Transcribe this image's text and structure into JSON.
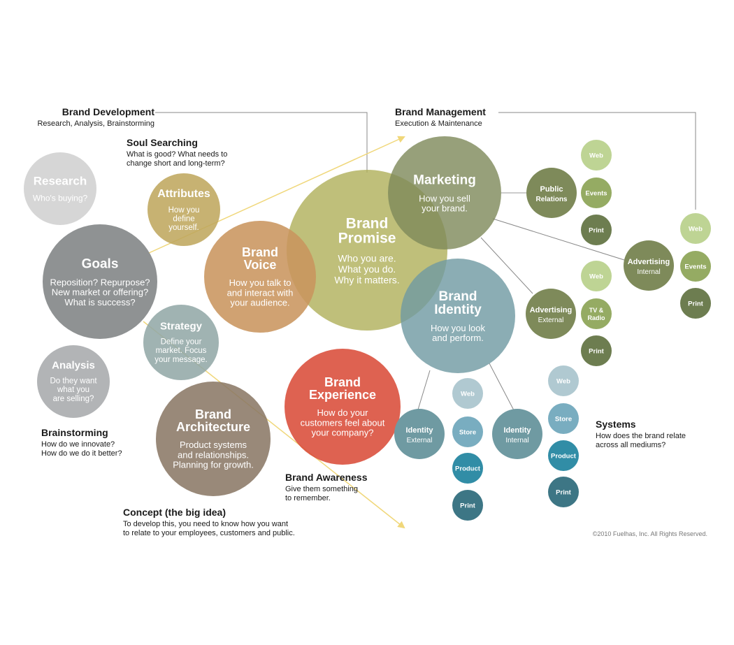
{
  "colors": {
    "research": "#d0d0d0",
    "attributes": "#bfa75e",
    "goals": "#7f8284",
    "voice": "#c9955e",
    "promise": "#b0b05a",
    "marketing": "#7e8a5a",
    "identity": "#6f9aa2",
    "strategy": "#92a8a7",
    "analysis": "#a7a9ab",
    "architecture": "#8a7866",
    "experience": "#d94b38",
    "arrow": "#f0d77a",
    "light_green": "#bed494",
    "mid_green": "#95ab63",
    "dark_green": "#6d7d50",
    "light_blue": "#b0c9d1",
    "mid_blue": "#79adc0",
    "teal": "#318da6",
    "dark_teal": "#3d7685"
  },
  "headings": {
    "brand_development": {
      "title": "Brand Development",
      "subtitle": "Research, Analysis, Brainstorming"
    },
    "brand_management": {
      "title": "Brand Management",
      "subtitle": "Execution & Maintenance"
    },
    "soul_searching": {
      "title": "Soul Searching",
      "lines": [
        "What is good? What needs to",
        "change short and long-term?"
      ]
    },
    "brainstorming": {
      "title": "Brainstorming",
      "lines": [
        "How do we innovate?",
        "How do we do it better?"
      ]
    },
    "concept": {
      "title": "Concept (the big idea)",
      "lines": [
        "To develop this, you need to know how you want",
        "to relate to your employees, customers and public."
      ]
    },
    "brand_awareness": {
      "title": "Brand  Awareness",
      "lines": [
        "Give them something",
        "to remember."
      ]
    },
    "systems": {
      "title": "Systems",
      "lines": [
        "How does the brand relate",
        "across all mediums?"
      ]
    }
  },
  "circles": {
    "research": {
      "title": [
        "Research"
      ],
      "body": [
        "Who's buying?"
      ]
    },
    "attributes": {
      "title": [
        "Attributes"
      ],
      "body": [
        "How you",
        "define",
        "yourself."
      ]
    },
    "goals": {
      "title": [
        "Goals"
      ],
      "body": [
        "Reposition? Repurpose?",
        "New market or offering?",
        "What is success?"
      ]
    },
    "voice": {
      "title": [
        "Brand",
        "Voice"
      ],
      "body": [
        "How you talk to",
        "and interact with",
        "your audience."
      ]
    },
    "promise": {
      "title": [
        "Brand",
        "Promise"
      ],
      "body": [
        "Who you are.",
        "What you do.",
        "Why it matters."
      ]
    },
    "marketing": {
      "title": [
        "Marketing"
      ],
      "body": [
        "How you sell",
        "your brand."
      ]
    },
    "identity": {
      "title": [
        "Brand",
        "Identity"
      ],
      "body": [
        "How you look",
        "and perform."
      ]
    },
    "strategy": {
      "title": [
        "Strategy"
      ],
      "body": [
        "Define your",
        "market. Focus",
        "your message."
      ]
    },
    "analysis": {
      "title": [
        "Analysis"
      ],
      "body": [
        "Do they want",
        "what you",
        "are selling?"
      ]
    },
    "architecture": {
      "title": [
        "Brand",
        "Architecture"
      ],
      "body": [
        "Product systems",
        "and relationships.",
        "Planning for growth."
      ]
    },
    "experience": {
      "title": [
        "Brand",
        "Experience"
      ],
      "body": [
        "How do your",
        "customers feel about",
        "your company?"
      ]
    }
  },
  "nodes": {
    "public_relations": [
      "Public",
      "Relations"
    ],
    "advertising_internal": [
      "Advertising",
      "Internal"
    ],
    "advertising_external": [
      "Advertising",
      "External"
    ],
    "identity_external": [
      "Identity",
      "External"
    ],
    "identity_internal": [
      "Identity",
      "Internal"
    ]
  },
  "leaves": {
    "pr": [
      "Web",
      "Events",
      "Print"
    ],
    "adv_int": [
      "Web",
      "Events",
      "Print"
    ],
    "adv_ext": [
      "Web",
      "TV &|Radio",
      "Print"
    ],
    "id_ext": [
      "Web",
      "Store",
      "Product",
      "Print"
    ],
    "id_int": [
      "Web",
      "Store",
      "Product",
      "Print"
    ]
  },
  "copyright": "©2010 Fuelhas, Inc. All Rights Reserved."
}
